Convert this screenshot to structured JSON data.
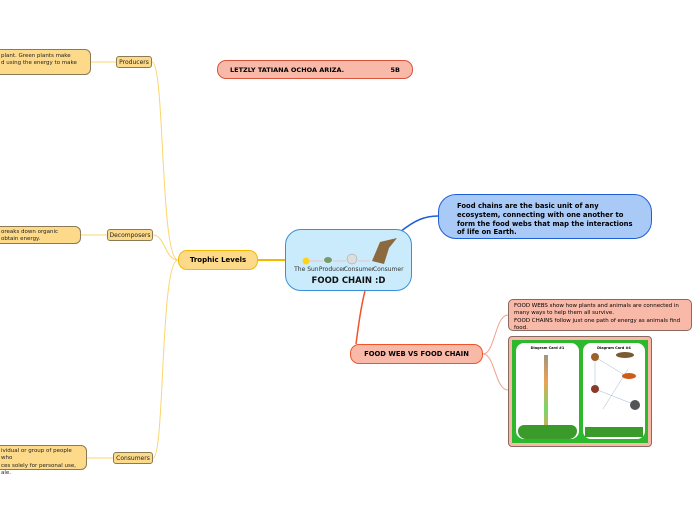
{
  "central": {
    "title": "FOOD CHAIN :D",
    "image_labels": [
      "The Sun",
      "Producer",
      "Consumer",
      "Consumer"
    ]
  },
  "trophic": {
    "label": "Trophic Levels",
    "children": [
      {
        "label": "Producers",
        "note": [
          "plant. Green plants make",
          "d using the energy to make"
        ]
      },
      {
        "label": "Decomposers",
        "note": [
          "oreaks down organic",
          "obtain energy."
        ]
      },
      {
        "label": "Consumers",
        "note": [
          "ividual or group of people who",
          "ces solely for personal use,",
          "ale."
        ]
      }
    ]
  },
  "author": {
    "name": "LETZLY TATIANA OCHOA ARIZA.",
    "group": "5B"
  },
  "definition": {
    "text": "Food chains are the basic unit of any ecosystem, connecting with one another to form the food webs that map the interactions of life on Earth."
  },
  "webvschain": {
    "label": "FOOD WEB VS FOOD CHAIN",
    "note": [
      "FOOD WEBS show how plants and animals are connected in many ways to help them all survive.",
      "FOOD CHAINS follow just one path of energy as animals find food."
    ],
    "image": {
      "left_title": "Diagram Card #1",
      "right_title": "Diagram Card #4"
    }
  },
  "colors": {
    "yellow": "#fdd98a",
    "blue_fill": "#a9c9f7",
    "blue_line": "#1f5fd6",
    "salmon": "#f8b9a8",
    "orange_line": "#f0542a",
    "green": "#2db82d"
  }
}
